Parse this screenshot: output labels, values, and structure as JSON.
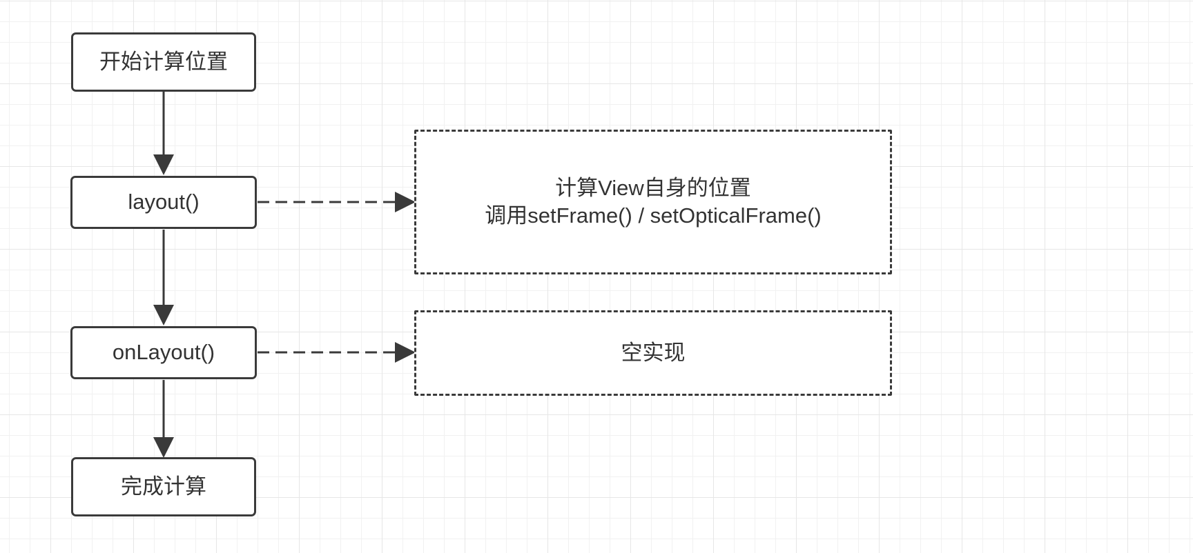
{
  "diagram": {
    "nodes": {
      "start": {
        "label": "开始计算位置"
      },
      "layout": {
        "label": "layout()"
      },
      "on_layout": {
        "label": "onLayout()"
      },
      "finish": {
        "label": "完成计算"
      },
      "layout_note": {
        "line1": "计算View自身的位置",
        "line2": "调用setFrame() / setOpticalFrame()"
      },
      "on_layout_note": {
        "label": "空实现"
      }
    },
    "edges": [
      {
        "from": "start",
        "to": "layout",
        "style": "solid"
      },
      {
        "from": "layout",
        "to": "on_layout",
        "style": "solid"
      },
      {
        "from": "on_layout",
        "to": "finish",
        "style": "solid"
      },
      {
        "from": "layout",
        "to": "layout_note",
        "style": "dashed"
      },
      {
        "from": "on_layout",
        "to": "on_layout_note",
        "style": "dashed"
      }
    ],
    "colors": {
      "stroke": "#3a3a3a",
      "text": "#333333",
      "grid_minor": "#f1f1f1",
      "grid_major": "#e6e6e6",
      "background": "#ffffff"
    }
  }
}
